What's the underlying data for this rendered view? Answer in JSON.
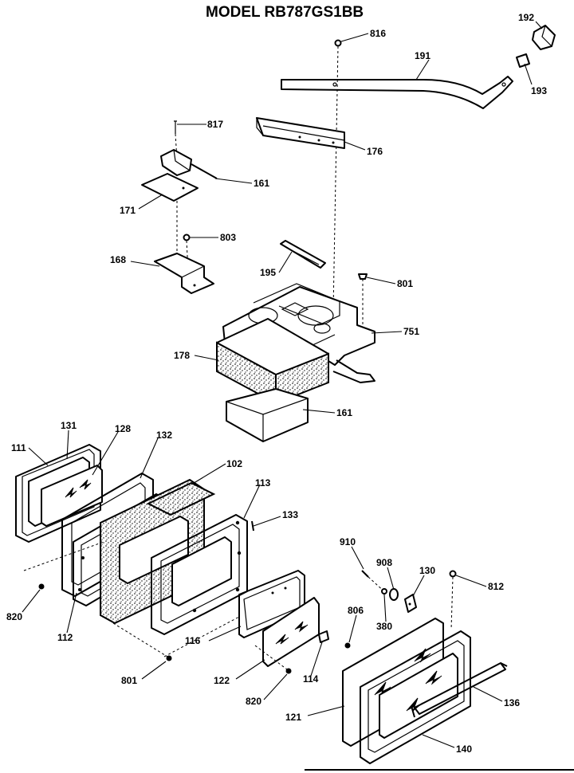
{
  "title": "MODEL RB787GS1BB",
  "callouts": [
    {
      "id": "816",
      "label": "816"
    },
    {
      "id": "192",
      "label": "192"
    },
    {
      "id": "191",
      "label": "191"
    },
    {
      "id": "193",
      "label": "193"
    },
    {
      "id": "817",
      "label": "817"
    },
    {
      "id": "176a",
      "label": "176"
    },
    {
      "id": "161a",
      "label": "161"
    },
    {
      "id": "171",
      "label": "171"
    },
    {
      "id": "803",
      "label": "803"
    },
    {
      "id": "168",
      "label": "168"
    },
    {
      "id": "195",
      "label": "195"
    },
    {
      "id": "801a",
      "label": "801"
    },
    {
      "id": "751",
      "label": "751"
    },
    {
      "id": "178",
      "label": "178"
    },
    {
      "id": "161b",
      "label": "161"
    },
    {
      "id": "111",
      "label": "111"
    },
    {
      "id": "131",
      "label": "131"
    },
    {
      "id": "128",
      "label": "128"
    },
    {
      "id": "132",
      "label": "132"
    },
    {
      "id": "102",
      "label": "102"
    },
    {
      "id": "113",
      "label": "113"
    },
    {
      "id": "133",
      "label": "133"
    },
    {
      "id": "820a",
      "label": "820"
    },
    {
      "id": "112",
      "label": "112"
    },
    {
      "id": "116",
      "label": "116"
    },
    {
      "id": "801b",
      "label": "801"
    },
    {
      "id": "122",
      "label": "122"
    },
    {
      "id": "820b",
      "label": "820"
    },
    {
      "id": "114",
      "label": "114"
    },
    {
      "id": "806",
      "label": "806"
    },
    {
      "id": "910",
      "label": "910"
    },
    {
      "id": "908",
      "label": "908"
    },
    {
      "id": "130",
      "label": "130"
    },
    {
      "id": "812",
      "label": "812"
    },
    {
      "id": "380",
      "label": "380"
    },
    {
      "id": "121",
      "label": "121"
    },
    {
      "id": "136",
      "label": "136"
    },
    {
      "id": "140",
      "label": "140"
    }
  ]
}
